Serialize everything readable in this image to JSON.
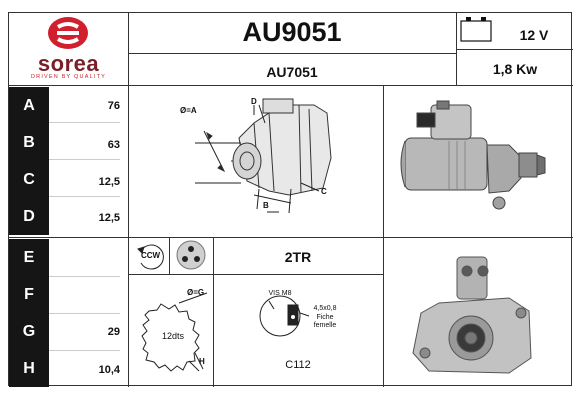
{
  "brand": {
    "name": "sorea",
    "tagline": "DRIVEN BY QUALITY"
  },
  "header": {
    "reference": "AU9051",
    "cross_reference": "AU7051",
    "voltage": "12 V",
    "power": "1,8 Kw",
    "icon": "battery-icon"
  },
  "dimensions": [
    {
      "letter": "A",
      "value": "76"
    },
    {
      "letter": "B",
      "value": "63"
    },
    {
      "letter": "C",
      "value": "12,5"
    },
    {
      "letter": "D",
      "value": "12,5"
    },
    {
      "letter": "E",
      "value": ""
    },
    {
      "letter": "F",
      "value": ""
    },
    {
      "letter": "G",
      "value": "29"
    },
    {
      "letter": "H",
      "value": "10,4"
    }
  ],
  "drawing_labels": {
    "diameter_a": "Ø=A",
    "d": "D",
    "b": "B",
    "c": "C",
    "diameter_g": "Ø=G",
    "h": "H",
    "teeth": "12dts"
  },
  "rotation": "CCW",
  "teeth_type": "2TR",
  "connector": {
    "screw": "VIS M8",
    "terminal": "4,5x0,8",
    "terminal_type_line1": "Fiche",
    "terminal_type_line2": "femelle",
    "code": "C112"
  }
}
